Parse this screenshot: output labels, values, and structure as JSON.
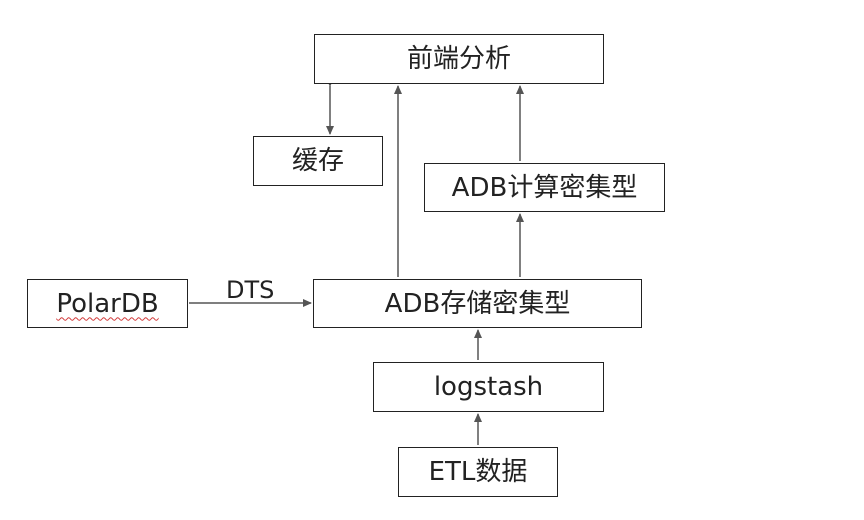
{
  "diagram": {
    "nodes": {
      "frontend_analysis": "前端分析",
      "cache": "缓存",
      "adb_compute": "ADB计算密集型",
      "polardb": "PolarDB",
      "adb_storage": "ADB存储密集型",
      "logstash": "logstash",
      "etl_data": "ETL数据"
    },
    "edges": {
      "polardb_to_storage_label": "DTS"
    },
    "colors": {
      "box_border": "#222222",
      "arrow": "#555555",
      "spellcheck_underline": "#d23b3b"
    }
  }
}
